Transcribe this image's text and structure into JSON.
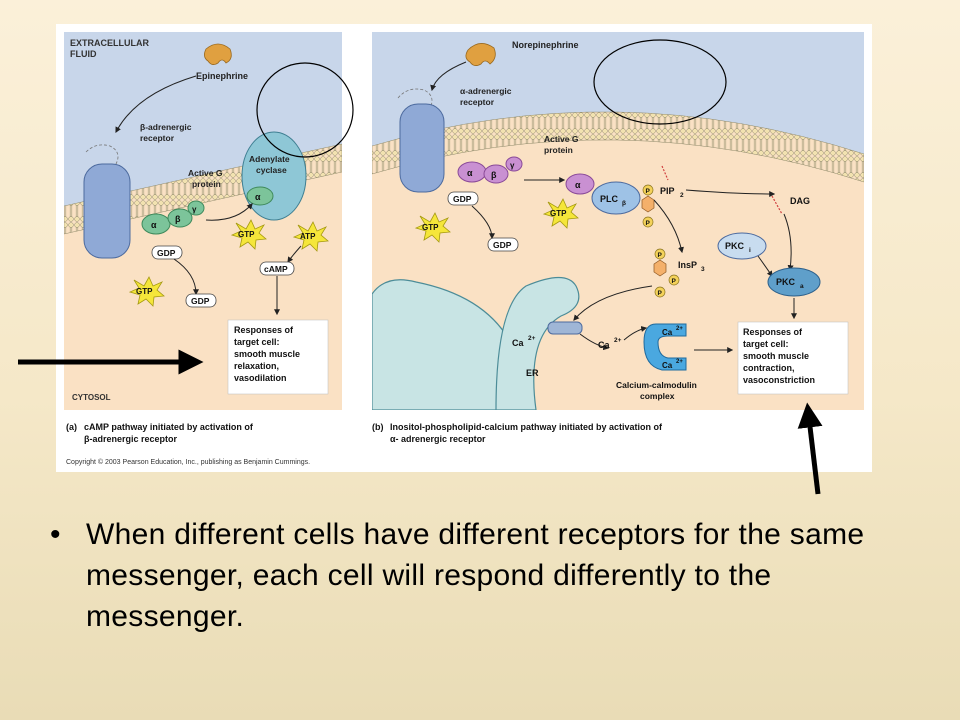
{
  "panel_a": {
    "extracellular": [
      "EXTRACELLULAR",
      "FLUID"
    ],
    "ligand": "Epinephrine",
    "receptor": [
      "β-adrenergic",
      "receptor"
    ],
    "enzyme": [
      "Adenylate",
      "cyclase"
    ],
    "g_protein": [
      "Active G",
      "protein"
    ],
    "subunit_alpha": "α",
    "subunit_beta": "β",
    "subunit_gamma": "γ",
    "gdp": "GDP",
    "gtp": "GTP",
    "atp": "ATP",
    "camp": "cAMP",
    "responses": [
      "Responses of",
      "target cell:",
      "smooth muscle",
      "relaxation,",
      "vasodilation"
    ],
    "cytosol": "CYTOSOL",
    "caption_prefix": "(a)",
    "caption": [
      "cAMP pathway initiated by activation of",
      "β-adrenergic receptor"
    ]
  },
  "panel_b": {
    "ligand": "Norepinephrine",
    "receptor": [
      "α-adrenergic",
      "receptor"
    ],
    "g_protein": [
      "Active G",
      "protein"
    ],
    "subunit_alpha": "α",
    "subunit_beta": "β",
    "subunit_gamma": "γ",
    "gdp": "GDP",
    "gtp": "GTP",
    "plc": "PLC",
    "plc_sub": "β",
    "pip": "PIP",
    "pip_sub": "2",
    "phosphate": "P",
    "dag": "DAG",
    "pkci": "PKC",
    "pkci_sub": "i",
    "pkca": "PKC",
    "pkca_sub": "a",
    "insp": "InsP",
    "insp_sub": "3",
    "er": "ER",
    "ca": "Ca",
    "ca_sup": "2+",
    "calmodulin": [
      "Calcium-calmodulin",
      "complex"
    ],
    "responses": [
      "Responses of",
      "target cell:",
      "smooth muscle",
      "contraction,",
      "vasoconstriction"
    ],
    "caption_prefix": "(b)",
    "caption": [
      "Inositol-phospholipid-calcium pathway initiated by activation of",
      "α- adrenergic receptor"
    ]
  },
  "copyright": "Copyright © 2003 Pearson Education, Inc., publishing as Benjamin Cummings.",
  "bullet": {
    "symbol": "•",
    "text": "When different cells have different  receptors for the same messenger, each cell will respond differently to the messenger."
  }
}
